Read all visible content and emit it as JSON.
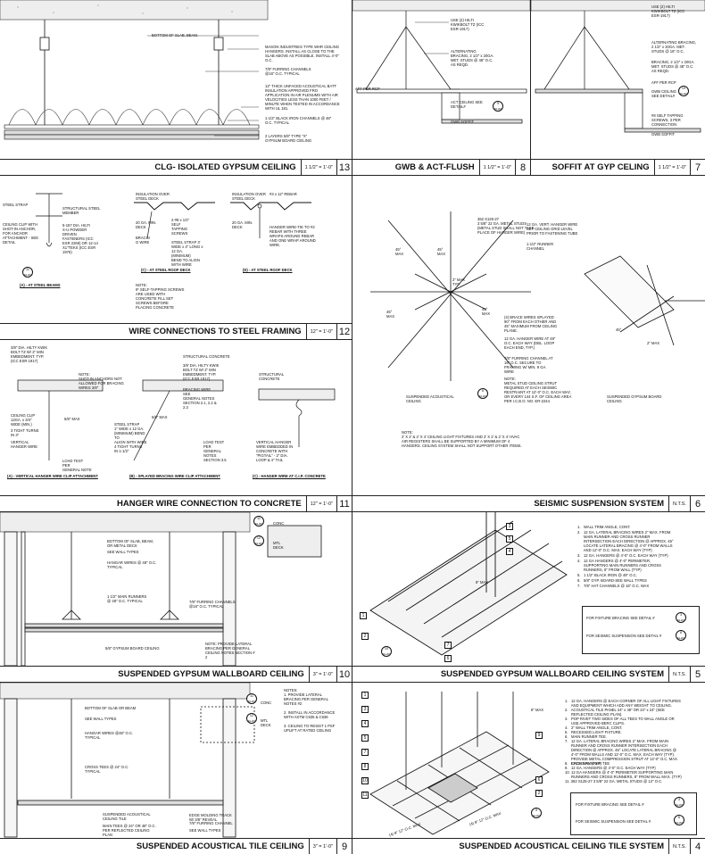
{
  "details": {
    "d13": {
      "title": "CLG- ISOLATED GYPSUM CEILING",
      "scale": "1 1/2\" = 1'-0\"",
      "num": "13",
      "notes": [
        "BOTTOM OF SLAB, BEAM.",
        "MASON INDUSTRIES TYPE WHR CEILING\nHANGERS. INSTALL AS CLOSE TO THE\nSLAB ABOVE AS POSSIBLE. INSTALL 4'-0\"\nO.C.",
        "7/8\" FURRING CHANNELS\n@16\" O.C. TYPICAL",
        "12\" THICK UNFACED ACOUSTICAL BATT\nINSULATION APPROVED FRO\nAPPLICATION IN AIR PLENUMS WITH AIR\nVELOCITIES LESS THAN 1000 FEET /\nMINUTE WHEN TESTED IN ACCORDANCE\nWITH UL 181.",
        "1-1/2\" BLACK IRON CHANNELS @ 48\"\nO.C. TYPICAL",
        "2 LAYERS 5/8\" TYPE \"X\"\nGYPSUM BOARD CEILING"
      ]
    },
    "d8": {
      "title": "GWB & ACT-FLUSH",
      "scale": "1 1/2\" = 1'-0\"",
      "num": "8",
      "notes": [
        "USE (2) HILTI\nKWIKBOLT TZ (ICC\nESR-1917)",
        "ALTERNATING\nBRACING, 2 1/2\" x 20GA.\nMET. STUDS @ 48\" O.C.\nAS REQD.",
        "AFF PER RCP",
        "ACT CEILING SEE\nDETAIL#",
        "GWB SOFFIT"
      ],
      "bubble": [
        "9",
        "A9-203"
      ]
    },
    "d7": {
      "title": "SOFFIT AT GYP CELING",
      "scale": "1 1/2\" = 1'-0\"",
      "num": "7",
      "notes": [
        "USE (2) HILTI\nKWIKBOLT TZ (ICC\nESR-1917)",
        "ALTERNATING BRACING,\n2 1/2\" x 20GA. MET.\nSTUDS @ 16\" O.C.",
        "BRACING, 2 1/2\" x 20GA.\nMET. STUDS @ 48\" O.C.\nAS REQD.",
        "AFF PER RCP",
        "GWB CEILING\nSEE DETAIL#",
        "#8 SELF TAPPING\nSCREWS, 3 PER\nCONNECTION",
        "GWB SOFFIT"
      ],
      "bubble": [
        "10",
        "A9-203"
      ]
    },
    "d12": {
      "title": "WIRE CONNECTIONS TO STEEL FRAMING",
      "scale": "12\" = 1'-0\"",
      "num": "12",
      "notes": [
        "STEEL STRAP",
        "STRUCTURAL STEEL\nMEMBER",
        "5-157 DIA. HILTI\nX-U POWDER\nDRIVEN\nFASTENERS (ICC\nESR 2269) OR 12-14\nX1\"TEKS (ICC ESR\n1976)",
        "CEILING CLIP WITH\nSHOT-IN ANCHOR,\nFOR ANCHOR\nATTACHMENT - SEE\nDETAIL",
        "INSULATION OVER\nSTEEL DECK",
        "20 GA. MIN.\nDECK",
        "BRACIN\nG WIRE",
        "2-#8 x 1/2\"\nSELF\nTAPPING\nSCREWS",
        "STEEL STRAP 3'\nWIDE x 4\" LONG x\n12 GA.\n(MINIMUM)\nBEND TO ALIGN\nWITH WIRE",
        "INSULATION OVER\nSTEEL DECK",
        "#3 x 12\" REBAR",
        "20 GA. MIN.\nDECK",
        "HANGER WIRE-TIE TO #3\nREBAR WITH THREE\nWRAPS AROUND REBAR\nAND ONE WRAP AROUND\nWIRE.",
        "NOTE:\nIF SELF-TAPPING SCREWS\nARE USED WITH\nCONCRETE FILL SET\nSCREWS BEFORE\nPLACING CONCRETE"
      ],
      "sublabels": [
        "(A) - AT STEEL BEAMS",
        "(C) - AT STEEL ROOF DECK",
        "(D) - AT STEEL ROOF DECK"
      ],
      "bubble": [
        "11",
        "A9-203"
      ]
    },
    "d11": {
      "title": "HANGER WIRE CONNECTION TO CONCRETE",
      "scale": "12\" = 1'-0\"",
      "num": "11",
      "notes": [
        "3/8\" DIA. HILTY KWIK\nBOLT TZ W/ 2\" MIN\nEMBEDMENT. TYP.\n(ICC ESR 1917)",
        "NOTE:\nSHOT-IN ANCHORS NOT\nALLOWED FOR BRACING\nWIRES 3/8\"",
        "CEILING CLIP\n12GA. x 3/4\"\nWIDE (MIN.)",
        "3 TIGHT TURNS\nIN 3\"",
        "VERTICAL\nHANGER WIRE",
        "LOAD TEST\nPER\nGENERAL NOTE",
        "STRUCTURAL CONCRETE",
        "3/8' DIA. HILTY KWIK\nBOLT TZ W/ 2\" MIN\nEMBEDMENT. TYP.\n(ICC ESR 1917)",
        "BRACING WIRE\nSEE\nGENERAL NOTES\nSECTION 2.1, 2.2 &\n2.3",
        "STEEL STRAP\n1\" WIDE x 12 GA.\n(MINIMUM) BEND\nTO\nALIGN WITH WIRE\n4 TIGHT TURNS\nIN 1-1/2\"",
        "LOAD TEST\nPER\nGENERAL\nNOTES\nSECTION 3.5",
        "STRUCTURAL\nCONCRETE",
        "VERTICAL HANGER\nWIRE EMBEDDED IN\nCONCRETE WITH\n\"PIGTAIL\" - 2\" DIA.\nLOOP & 4\" TAIL",
        "5/8\" MAX",
        "5/8\" MAX"
      ],
      "sublabels": [
        "(A) - VERTICAL HANGER WIRE CLIP ATTACHMENT",
        "(B) - SPLAYED BRACING WIRE CLIP ATTACHMENT",
        "(C) - HANGER WIRE AT C.I.P. CONCRETE"
      ]
    },
    "d6": {
      "title": "SEISMIC SUSPENSION SYSTEM",
      "scale": "N.T.S.",
      "num": "6",
      "notes": [
        "362 S125-27\n3 5/8\" 22 GA. METAL STUDS\n(METAL STUD SHALL NOT TAKE\nPLACE OF HANGER WIRE)",
        "12 GA. VERT. HANGER WIRE\nSET CEILING GRID LEVEL\nPRIOR TO FASTENING TUBE",
        "1-1/2\" RUNNER\nCHANNEL",
        "(4) BRACE WIRES SPLAYED\n90° FROM EACH OTHER AND\n45° MAXIMUM FROM CEILING\nPLANE.",
        "12 GA. HANGER WIRE AT 48\"\nO.C. EACH WAY (DBL. LOOP\nEACH END, TYP.)",
        "7/8\" FURRING CHANNEL AT\n16\" O.C. SECURE TO\nFRAMING W/ MIN. 9 GA.\nWIRE",
        "NOTE:\nMETAL STUD CEILING STRUT\nREQUIRED AT EACH SEISMIC\nRESTRAINT AT 12'-0\" O.C. EACH WAY,\nOR EVERY 144 S.F. OF CEILING AREA\nPER I.C.B.O. NO. ER-2244",
        "NOTE:\n2' X 2' & 2' X 4' CEILING LIGHT FIXTURES AND 2' X 2' & 2' X 4' HVAC\nAIR REGISTERS SHALL BE SUPPORTED BY A MINIMUM OF 4\nHANGERS. CEILING SYSTEM SHALL NOT SUPPORT OTHER ITEMS.",
        "SUSPENDED ACOUSTICAL\nCEILING",
        "SUSPENDED GYPSUM BOARD\nCEILING",
        "45°\nMAX",
        "45°\nMAX",
        "45°\nMAX",
        "45°\nMAX",
        "2\" MAX\nTYP.",
        "45°",
        "2\" MAX"
      ],
      "bubble": [
        "6",
        "A9-203"
      ]
    },
    "d10": {
      "title": "SUSPENDED GYPSUM WALLBOARD CEILING",
      "scale": "3\" = 1'-0\"",
      "num": "10",
      "notes": [
        "BOTTOM OF SLAB, BEAM,\nOR METAL DECK",
        "SEE WALL TYPES",
        "HANGAR WIRES @ 48\" O.C.\nTYPICAL",
        "1 1/2\" MAIN RUNNERS\n@ 48\" O.C. TYPICAL",
        "7/8\" FURRING CHANNELS\n@16\" O.C. TYPICAL",
        "5/8\" GYPSUM BOARD CEILING",
        "NOTE: PROVIDE LATERAL\nBRACING PER GENERAL\nCEILING NOTES SECTION #\n2",
        "CONC",
        "MTL\nDECK"
      ],
      "bubbles": [
        [
          "11",
          "A9-203"
        ],
        [
          "12",
          "A9-203"
        ]
      ]
    },
    "d5": {
      "title": "SUSPENDED GYPSUM WALLBOARD CEILING SYSTEM",
      "scale": "N.T.S.",
      "num": "5",
      "list": [
        "1.   WALL TRIM ANGLE, CONT.",
        "2.   12 GA. LATERAL BRACING WIRES 2\" MAX. FROM\n      MAIN RUNNER AND CROSS RUNNER\n      INTERSECTION EACH DIRECTION @ APPROX. 45°\n      LOCATE LATERAL BRACING @ 4'-0\" FROM WALLS\n      AND 12'-0\" O.C. MAX. EACH WAY (TYP)",
        "3.   12 GA. HANGERS @ 4'-0\" O.C. EACH WAY (TYP)",
        "4.   12 GA HANGERS @ 4'-0\" PERIMETER,\n      SUPPORTING MAIN RUNNERS AND CROSS\n      RUNNERS, 8\" FROM WALL (TYP)",
        "5.   1 1/2\" BLACK IRON @ 48\" O.C.",
        "6.   5/8\" GYP. BOARD-SEE WALL TYPES",
        "7.   7/8\" HAT CHANNELS @ 16\" O.C. MAX"
      ],
      "notes": [
        "FOR FIXTURE BRACING SEE DETAIL #",
        "FOR SEISMIC SUSPENSION SEE DETAIL #",
        "8\" MAX"
      ],
      "bubbles": [
        [
          "3",
          "A9-203"
        ],
        [
          "6",
          "A9-203"
        ],
        [
          "10",
          "A9-203"
        ]
      ],
      "squares": [
        "3",
        "5",
        "4",
        "7",
        "6",
        "2",
        "1"
      ]
    },
    "d9": {
      "title": "SUSPENDED ACOUSTICAL TILE CEILING",
      "scale": "3\" = 1'-0\"",
      "num": "9",
      "notes": [
        "BOTTOM OF SLAB OR BEAM",
        "SEE WALL TYPES",
        "HANGAR WIRES @48\" O.C.\nTYPICAL",
        "CROSS TEES @ 24\" O.C.\nTYPICAL",
        "SUSPENDED ACOUSTICAL\nCEILING TILE",
        "MAIN TEES @ 24\" OR 48\" O.C.\nPER REFLECTED CEILING\nPLAN",
        "EDGE MOLDING TRACK\nW/ 3/8\" REVEAL",
        "7/8\" FURRING CHANNEL",
        "SEE WALL TYPES",
        "NOTES:\n1. PROVIDE LATERAL\nBRACING PER GENERAL\nNOTES #2\n\n2. INSTALL IN ACCORDANCE\nWITH ASTM C635 & C636\n\n3. CEILING TO RESIST 1 PSF\nUPLIFT AT RATED CEILING",
        "CONC",
        "MTL\nDECK"
      ],
      "bubbles": [
        [
          "11",
          "A9-203"
        ],
        [
          "12",
          "A9-203"
        ]
      ]
    },
    "d4": {
      "title": "SUSPENDED ACOUSTICAL CEILING TILE SYSTEM",
      "scale": "N.T.S.",
      "num": "4",
      "list": [
        "1.   12 GA. HANGERS @ EACH CORNER OF ALL LIGHT FIXTURES\n      AND EQUIPMENT WHICH ADD ANY WEIGHT TO CEILING.",
        "2.   ACOUSTICAL TILE PANEL 24\" x 48\" OR 24\" x 24\" (SEE\n      REFLECTED CEILING PLAN).",
        "3.   POP RIVET TWO SIDES OF ALL TEES TO WALL ANGLE OR\n      USE APPROVED BERC CLIPS.",
        "4.   2\" WALL TRIM ANGLE, CONT.",
        "5.   RECESSED LIGHT FIXTURE.",
        "6.   MAIN RUNNER TEE.",
        "7.   12 GA. LATERAL BRACING WIRES 2\" MAX. FROM MAIN\n      RUNNER AND CROSS RUNNER INTERSECTION EACH\n      DIRECTION @ APPROX. 45° LOCATE LATERAL BRACING @\n      4'-0\" FROM WALLS AND 12'-0\" O.C. MAX. EACH WAY (TYP).\n      PROVIDE METAL COMPRESSION STRUT AT 12'-0\" O.C. MAX.\n      EACH WAY (TYP)",
        "8.   CROSS RUNNER TEE",
        "9.   12 GA. HANGERS @ 4'-0\" O.C. EACH WAY (TYP)",
        "10. 12 GA HANGERS @ 4'-0\" PERIMETER SUPPORTING MAIN\n      RUNNERS AND CROSS RUNNERS, 8\" FROM WALL MAX. (TYP)",
        "11. 362 S125-27 3 5/8\" 22 GA. METAL STUDS @ 12\" O.C."
      ],
      "notes": [
        "FOR FIXTURE BRACING SEE DETAIL #",
        "FOR SEISMIC SUSPENSION SEE DETAIL #",
        "8\" MAX",
        "(4) 8\" 12\" O.C. MAX",
        "(4) 8\" 12\" O.C. MAX"
      ],
      "bubbles": [
        [
          "3",
          "A9-203"
        ],
        [
          "6",
          "A9-203"
        ],
        [
          "5",
          "A9-203"
        ]
      ],
      "squares": [
        "1",
        "3",
        "4",
        "5",
        "7",
        "8",
        "10",
        "11",
        "9",
        "6",
        "2"
      ]
    }
  }
}
